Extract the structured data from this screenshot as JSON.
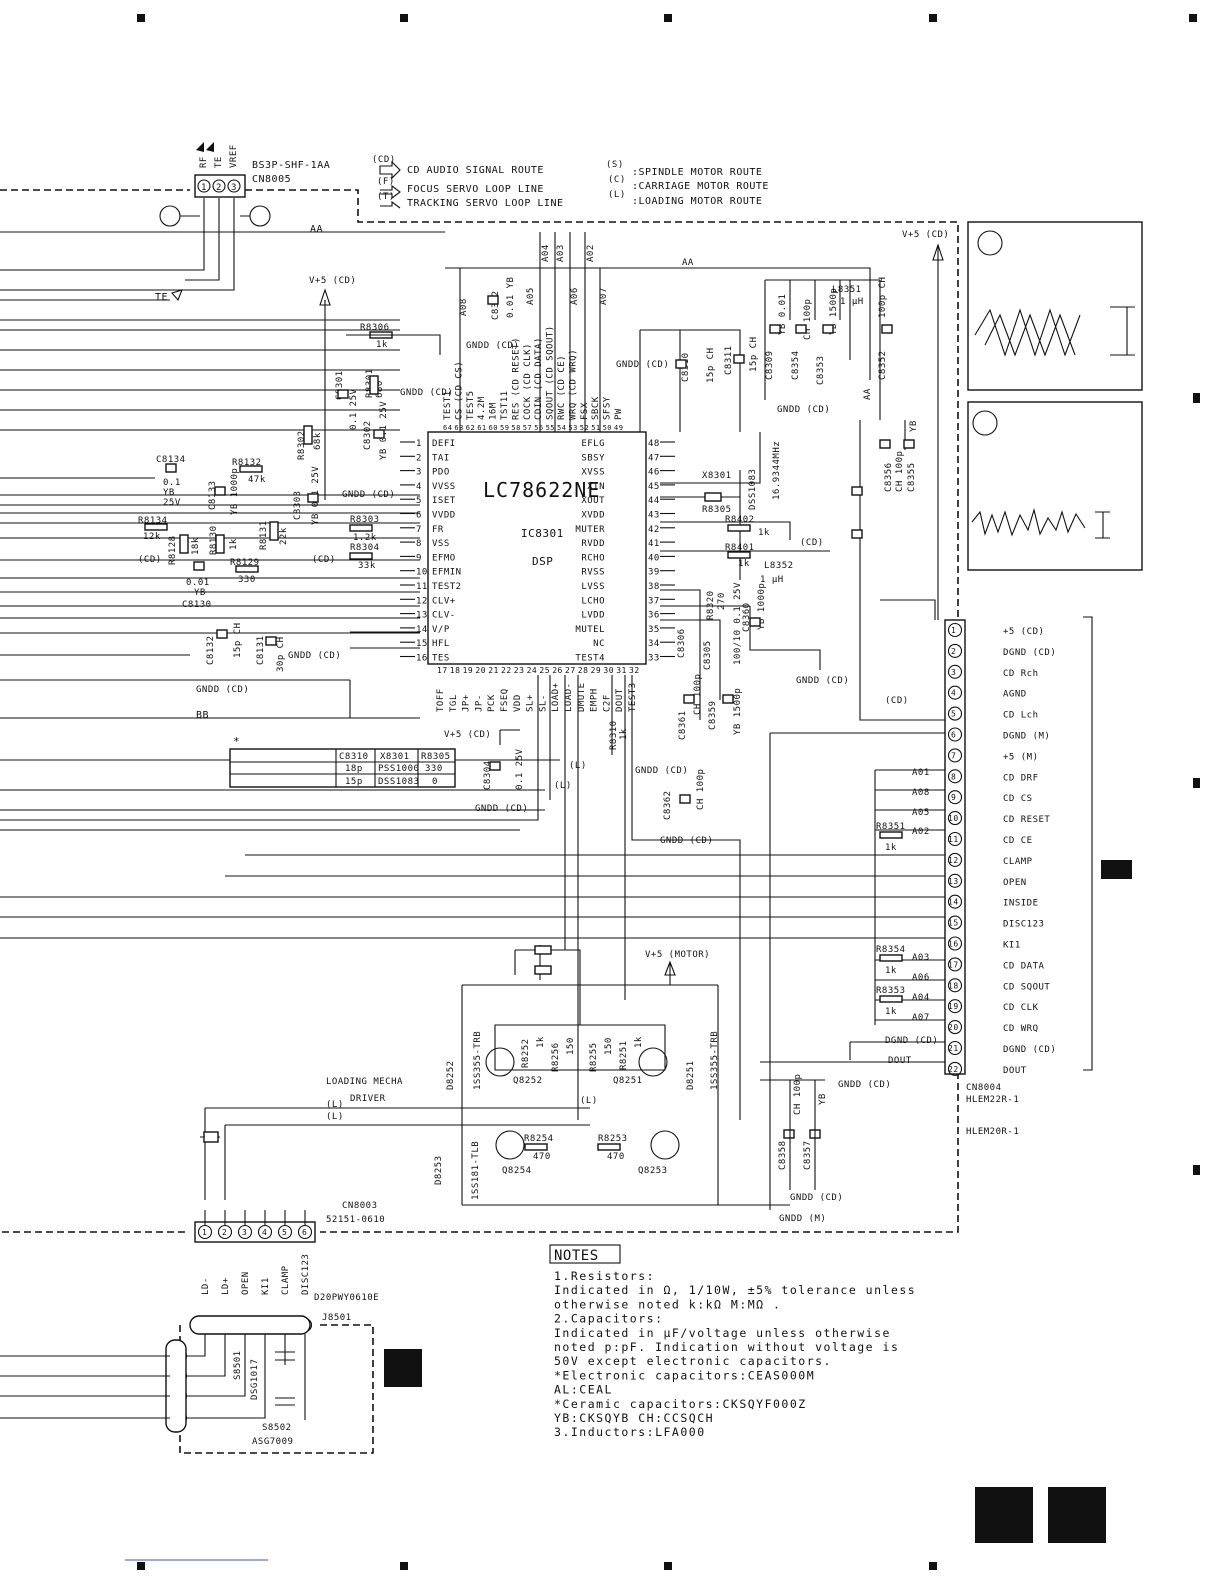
{
  "connectors": {
    "cn8005": {
      "part": "BS3P-SHF-1AA",
      "ref": "CN8005",
      "pins": [
        "RF",
        "TE",
        "VREF"
      ]
    },
    "cn8004": {
      "ref": "CN8004",
      "part1": "HLEM22R-1",
      "part2": "HLEM20R-1",
      "pins": [
        "+5 (CD)",
        "DGND (CD)",
        "CD Rch",
        "AGND",
        "CD Lch",
        "DGND (M)",
        "+5 (M)",
        "CD DRF",
        "CD CS",
        "CD RESET",
        "CD CE",
        "CLAMP",
        "OPEN",
        "INSIDE",
        "DISC123",
        "KI1",
        "CD DATA",
        "CD SQOUT",
        "CD CLK",
        "CD WRQ",
        "DGND (CD)",
        "DOUT"
      ]
    },
    "cn8003": {
      "ref": "CN8003",
      "part": "52151-0610",
      "pins": [
        "LD-",
        "LD+",
        "OPEN",
        "KI1",
        "CLAMP",
        "DISC123"
      ]
    },
    "j8501": {
      "ref": "J8501",
      "part": "D20PWY0610E"
    }
  },
  "legend": {
    "cd_tag": "(CD)",
    "cd_route": "CD AUDIO SIGNAL ROUTE",
    "f_tag": "(F)",
    "focus": "FOCUS SERVO LOOP LINE",
    "t_tag": "(T)",
    "tracking": "TRACKING SERVO LOOP LINE",
    "s_tag": "(S)",
    "spindle": ":SPINDLE MOTOR ROUTE",
    "c_tag": "(C)",
    "carriage": ":CARRIAGE MOTOR ROUTE",
    "l_tag": "(L)",
    "loading": ":LOADING MOTOR ROUTE"
  },
  "ic": {
    "name": "LC78622NE",
    "ref": "IC8301",
    "role": "DSP",
    "left_pins": [
      "DEFI",
      "TAI",
      "PDO",
      "VVSS",
      "ISET",
      "VVDD",
      "FR",
      "VSS",
      "EFMO",
      "EFMIN",
      "TEST2",
      "CLV+",
      "CLV-",
      "V/P",
      "HFL",
      "TES"
    ],
    "right_pins": [
      "EFLG",
      "SBSY",
      "XVSS",
      "XIN",
      "XOUT",
      "XVDD",
      "MUTER",
      "RVDD",
      "RCHO",
      "RVSS",
      "LVSS",
      "LCHO",
      "LVDD",
      "MUTEL",
      "NC",
      "TEST4"
    ],
    "right_nums": [
      "48",
      "47",
      "46",
      "45",
      "44",
      "43",
      "42",
      "41",
      "40",
      "39",
      "38",
      "37",
      "36",
      "35",
      "34",
      "33"
    ],
    "top_pins": [
      "TEST1",
      "CS (CD CS)",
      "TEST5",
      "4.2M",
      "16M",
      "TST11",
      "RES (CD RESET)",
      "COCK (CD CLK)",
      "CDIN (CD DATA)",
      "SQOUT (CD SQOUT)",
      "RWC (CD CE)",
      "WRQ (CD WRQ)",
      "FSX",
      "SBCK",
      "SFSY",
      "PW"
    ],
    "top_nums": [
      "64",
      "63",
      "62",
      "61",
      "60",
      "59",
      "58",
      "57",
      "56",
      "55",
      "54",
      "53",
      "52",
      "51",
      "50",
      "49"
    ],
    "bottom_pins": [
      "TOFF",
      "TGL",
      "JP+",
      "JP-",
      "PCK",
      "FSEQ",
      "VDD",
      "SL+",
      "SL-",
      "LOAD+",
      "LOAD-",
      "DMUTE",
      "EMPH",
      "C2F",
      "DOUT",
      "TEST3"
    ]
  },
  "labels": {
    "aa": "AA",
    "bb": "BB",
    "te": "TE",
    "vcd": "V+5 (CD)",
    "vmotor": "V+5 (MOTOR)",
    "gndcd": "GNDD (CD)",
    "gndm": "GNDD (M)",
    "dgndcd": "DGND (CD)",
    "dout": "DOUT",
    "cd": "(CD)",
    "l": "(L)",
    "loading_title": "LOADING MECHA",
    "loading_sub": "DRIVER",
    "a01": "A01",
    "a02": "A02",
    "a03": "A03",
    "a04": "A04",
    "a05": "A05",
    "a06": "A06",
    "a07": "A07",
    "a08": "A08",
    "r8306": "R8306",
    "r8306v": "1k",
    "r8301": "R8301",
    "r8301v": "680",
    "r8302": "R8302",
    "r8302v": "68k",
    "c8301": "C8301",
    "c8301v": "0.1 25V",
    "c8302": "C8302",
    "c8302v": "YB 0.1 25V",
    "c8303": "C8303",
    "c8303v": "YB 0.1 25V",
    "r8303": "R8303",
    "r8303v": "1.2k",
    "r8304": "R8304",
    "r8304v": "33k",
    "r8132": "R8132",
    "r8132v": "47k",
    "c8134": "C8134",
    "c8134v": "0.1",
    "c8134t": "YB",
    "c8134u": "25V",
    "c8133": "C8133",
    "c8133v": "YB 1000p",
    "r8134": "R8134",
    "r8134v": "12k",
    "r8128": "R8128",
    "r8128v": "18k",
    "r8130": "R8130",
    "r8130v": "1k",
    "r8131": "R8131",
    "r8131v": "22k",
    "r8129": "R8129",
    "r8129v": "330",
    "c8130": "C8130",
    "c8130v": "0.01",
    "c8130t": "YB",
    "c8132": "C8132",
    "c8132v": "15p CH",
    "c8131": "C8131",
    "c8131v": "30p CH",
    "c8312": "C8312",
    "c8312v": "0.01 YB",
    "c8310": "C8310",
    "c8310v": "15p CH",
    "c8311": "C8311",
    "c8311v": "15p CH",
    "x8301": "X8301",
    "x8301v": "16.9344MHz",
    "dss": "DSS1083",
    "r8305": "R8305",
    "r8402": "R8402",
    "r8402v": "1k",
    "r8401": "R8401",
    "r8401v": "1k",
    "l8351": "L8351",
    "l8351v": "1 μH",
    "l8352": "L8352",
    "l8352v": "1 μH",
    "c8309": "C8309",
    "c8309v": "YB 0.01",
    "c8354": "C8354",
    "c8354v": "CH 100p",
    "c8353": "C8353",
    "c8353v": "YB 1500p",
    "c8352": "C8352",
    "c8352v": "100p CH",
    "c8356": "C8356",
    "c8356v": "CH 100p",
    "c8355": "C8355",
    "c8355v": "YB",
    "r8320": "R8320",
    "r8320v": "270",
    "c8360": "C8360",
    "c8360v": "YB 1000p",
    "c8305": "C8305",
    "c8305v": "100/10 0.1 25V",
    "c8306": "C8306",
    "c8361": "C8361",
    "c8361v": "CH 100p",
    "c8359": "C8359",
    "c8359v": "YB 1500p",
    "c8362": "C8362",
    "c8362v": "CH 100p",
    "c8304": "C8304",
    "c8304v": "0.1 25V",
    "r8310": "R8310",
    "r8310v": "1k",
    "r8351": "R8351",
    "r8351v": "1k",
    "r8354": "R8354",
    "r8354v": "1k",
    "r8353": "R8353",
    "r8353v": "1k",
    "d8252": "D8252",
    "d8252v": "1SS355-TRB",
    "d8251": "D8251",
    "d8251v": "1SS355-TRB",
    "d8253": "D8253",
    "d8253v": "1SS181-TLB",
    "r8252": "R8252",
    "r8252v": "1k",
    "r8256": "R8256",
    "r8256v": "150",
    "r8255": "R8255",
    "r8255v": "150",
    "r8251": "R8251",
    "r8251v": "1k",
    "q8252": "Q8252",
    "q8251": "Q8251",
    "q8254": "Q8254",
    "q8253": "Q8253",
    "r8254": "R8254",
    "r8254v": "470",
    "r8253": "R8253",
    "r8253v": "470",
    "c8358": "C8358",
    "c8358v": "CH 100p",
    "c8357": "C8357",
    "c8357v": "YB",
    "s8501": "S8501",
    "s8501v": "DSG1017",
    "s8502": "S8502",
    "s8502v": "ASG7009"
  },
  "table": {
    "star": "*",
    "header": [
      "C8310",
      "X8301",
      "R8305"
    ],
    "rows": [
      [
        "18p",
        "PSS1000",
        "330"
      ],
      [
        "15p",
        "DSS1083",
        "0"
      ]
    ]
  },
  "notes": {
    "title": "NOTES",
    "lines": [
      "1.Resistors:",
      "   Indicated in Ω, 1/10W, ±5% tolerance unless",
      "   otherwise noted k:kΩ M:MΩ   .",
      "2.Capacitors:",
      "   Indicated in μF/voltage unless otherwise",
      "   noted p:pF. Indication without voltage is",
      "   50V except electronic capacitors.",
      "    *Electronic capacitors:CEAS000M",
      "         AL:CEAL",
      "    *Ceramic capacitors:CKSQYF000Z",
      "         YB:CKSQYB   CH:CCSQCH",
      "3.Inductors:LFA000"
    ]
  },
  "page_nums": [
    "",
    "",
    ""
  ]
}
